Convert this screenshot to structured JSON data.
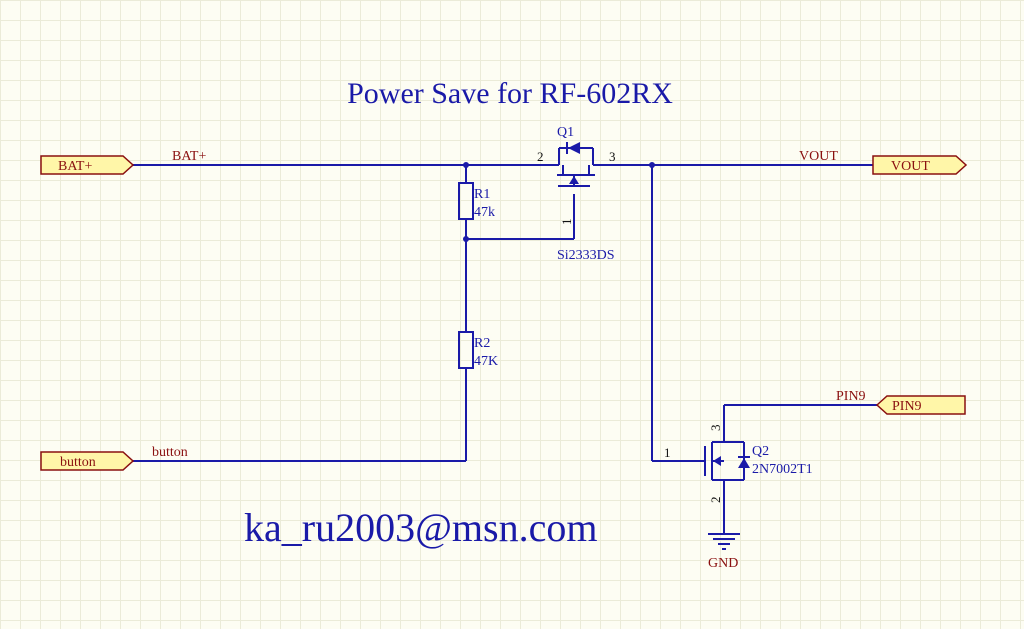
{
  "title": "Power Save for RF-602RX",
  "email": "ka_ru2003@msn.com",
  "ports": {
    "bat": "BAT+",
    "vout": "VOUT",
    "button": "button",
    "pin9": "PIN9"
  },
  "nets": {
    "bat": "BAT+",
    "vout": "VOUT",
    "button": "button",
    "pin9": "PIN9",
    "gnd": "GND"
  },
  "components": {
    "r1": {
      "designator": "R1",
      "value": "47k"
    },
    "r2": {
      "designator": "R2",
      "value": "47K"
    },
    "q1": {
      "designator": "Q1",
      "part": "Si2333DS",
      "pin_gate": "1",
      "pin_source": "2",
      "pin_drain": "3"
    },
    "q2": {
      "designator": "Q2",
      "part": "2N7002T1",
      "pin_gate": "1",
      "pin_source": "2",
      "pin_drain": "3"
    }
  },
  "colors": {
    "wire": "#1a1aa8",
    "net_label": "#8a1010",
    "port_fill": "#fff6a8",
    "grid": "#ebebd8",
    "background": "#fdfdf3"
  }
}
